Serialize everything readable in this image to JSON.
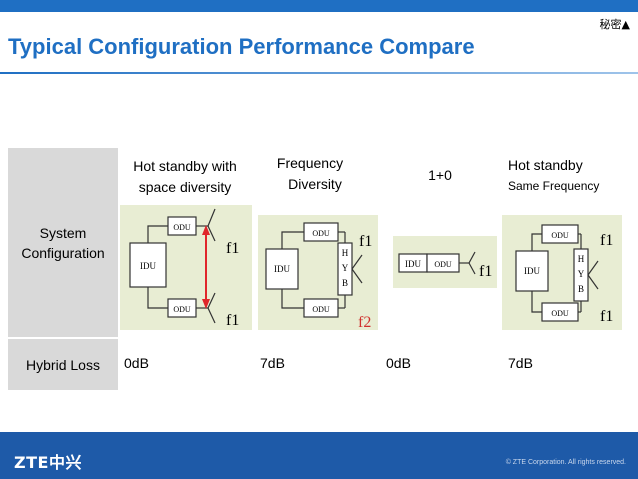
{
  "header": {
    "confidential_mark": "秘密▲",
    "title": "Typical Configuration Performance Compare"
  },
  "table": {
    "row_labels": {
      "system_configuration": [
        "System",
        "Configuration"
      ],
      "hybrid_loss": "Hybrid Loss"
    },
    "columns": [
      {
        "header_lines": [
          "Hot standby with",
          "space diversity"
        ],
        "hybrid_loss": "0dB"
      },
      {
        "header_lines": [
          "Frequency",
          "Diversity"
        ],
        "hybrid_loss": "7dB"
      },
      {
        "header_lines": [
          "1+0"
        ],
        "hybrid_loss": "0dB"
      },
      {
        "header_lines": [
          "Hot standby",
          "Same Frequency"
        ],
        "hybrid_loss": "7dB"
      }
    ]
  },
  "diagram_labels": {
    "idu": "IDU",
    "odu": "ODU",
    "hyb": [
      "H",
      "Y",
      "B"
    ],
    "f1": "f1",
    "f2": "f2"
  },
  "footer": {
    "logo": "ZTE中兴",
    "copyright": "© ZTE Corporation. All rights reserved."
  },
  "colors": {
    "accent_blue": "#1f6fc3",
    "footer_blue": "#1e5aa8",
    "diagram_bg": "#e8edd3",
    "arrow_red": "#e0262b",
    "f2_red": "#d0312d"
  }
}
